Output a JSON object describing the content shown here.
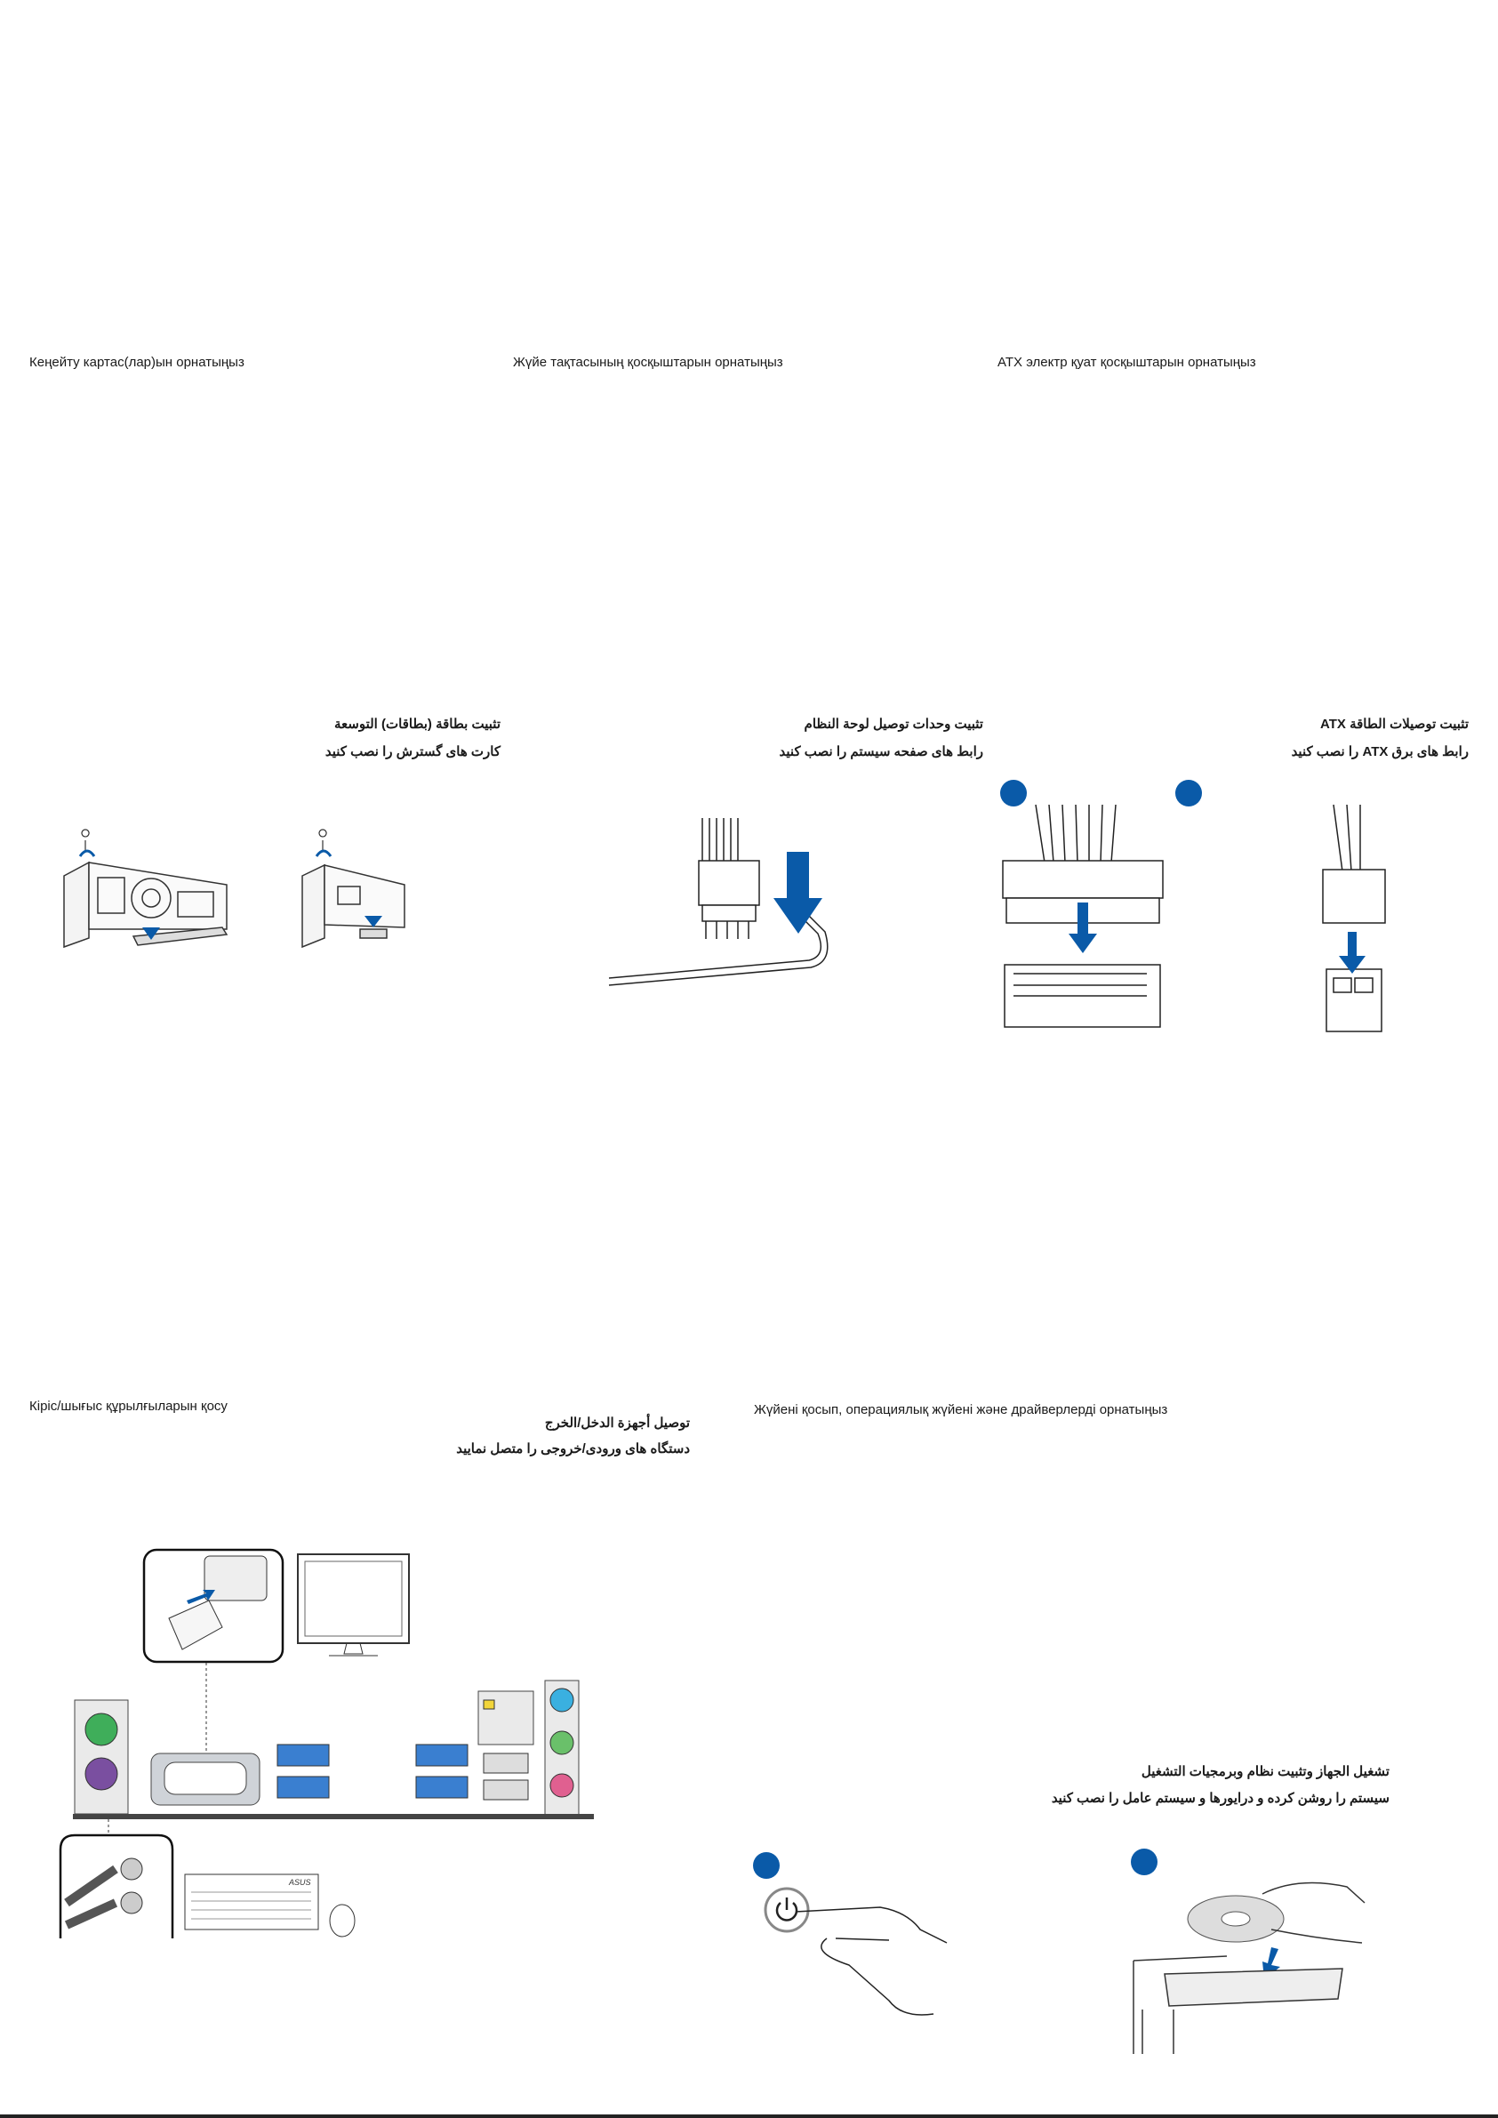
{
  "sections": {
    "expansion": {
      "title_kz": "Кеңейту картас(лар)ын орнатыңыз",
      "title_ar": "تثبيت بطاقة (بطاقات) التوسعة",
      "title_fa": "کارت های گسترش را نصب کنید"
    },
    "panel": {
      "title_kz": "Жүйе тақтасының қосқыштарын орнатыңыз",
      "title_ar": "تثبيت وحدات توصيل لوحة النظام",
      "title_fa": "رابط های صفحه سیستم را نصب کنید"
    },
    "atx": {
      "title_kz": "ATX электр қуат қосқыштарын орнатыңыз",
      "title_ar": "تثبيت توصيلات الطاقة ATX",
      "title_fa": "رابط های برق ATX را نصب کنید"
    },
    "io": {
      "title_kz": "Кіріс/шығыс құрылғыларын қосу",
      "title_ar": "توصيل أجهزة الدخل/الخرج",
      "title_fa": "دستگاه های ورودی/خروجی را متصل نمایید"
    },
    "power": {
      "title_kz": "Жүйені қосып, операциялық жүйені және драйверлерді орнатыңыз",
      "title_ar": "تشغيل الجهاز وتثبيت نظام وبرمجيات التشغيل",
      "title_fa": "سیستم را روشن کرده و درایورها و سیستم عامل را نصب کنید"
    }
  },
  "illustrations": {
    "keyboard_brand": "ASUS"
  },
  "colors": {
    "accent_blue": "#0a5aa8",
    "ps2_green": "#3fae5a",
    "ps2_purple": "#7a4fa0",
    "audio_blue": "#3ab0e0",
    "audio_green": "#6ac06a",
    "audio_pink": "#e06090",
    "usb3_blue": "#3a7fd0"
  }
}
